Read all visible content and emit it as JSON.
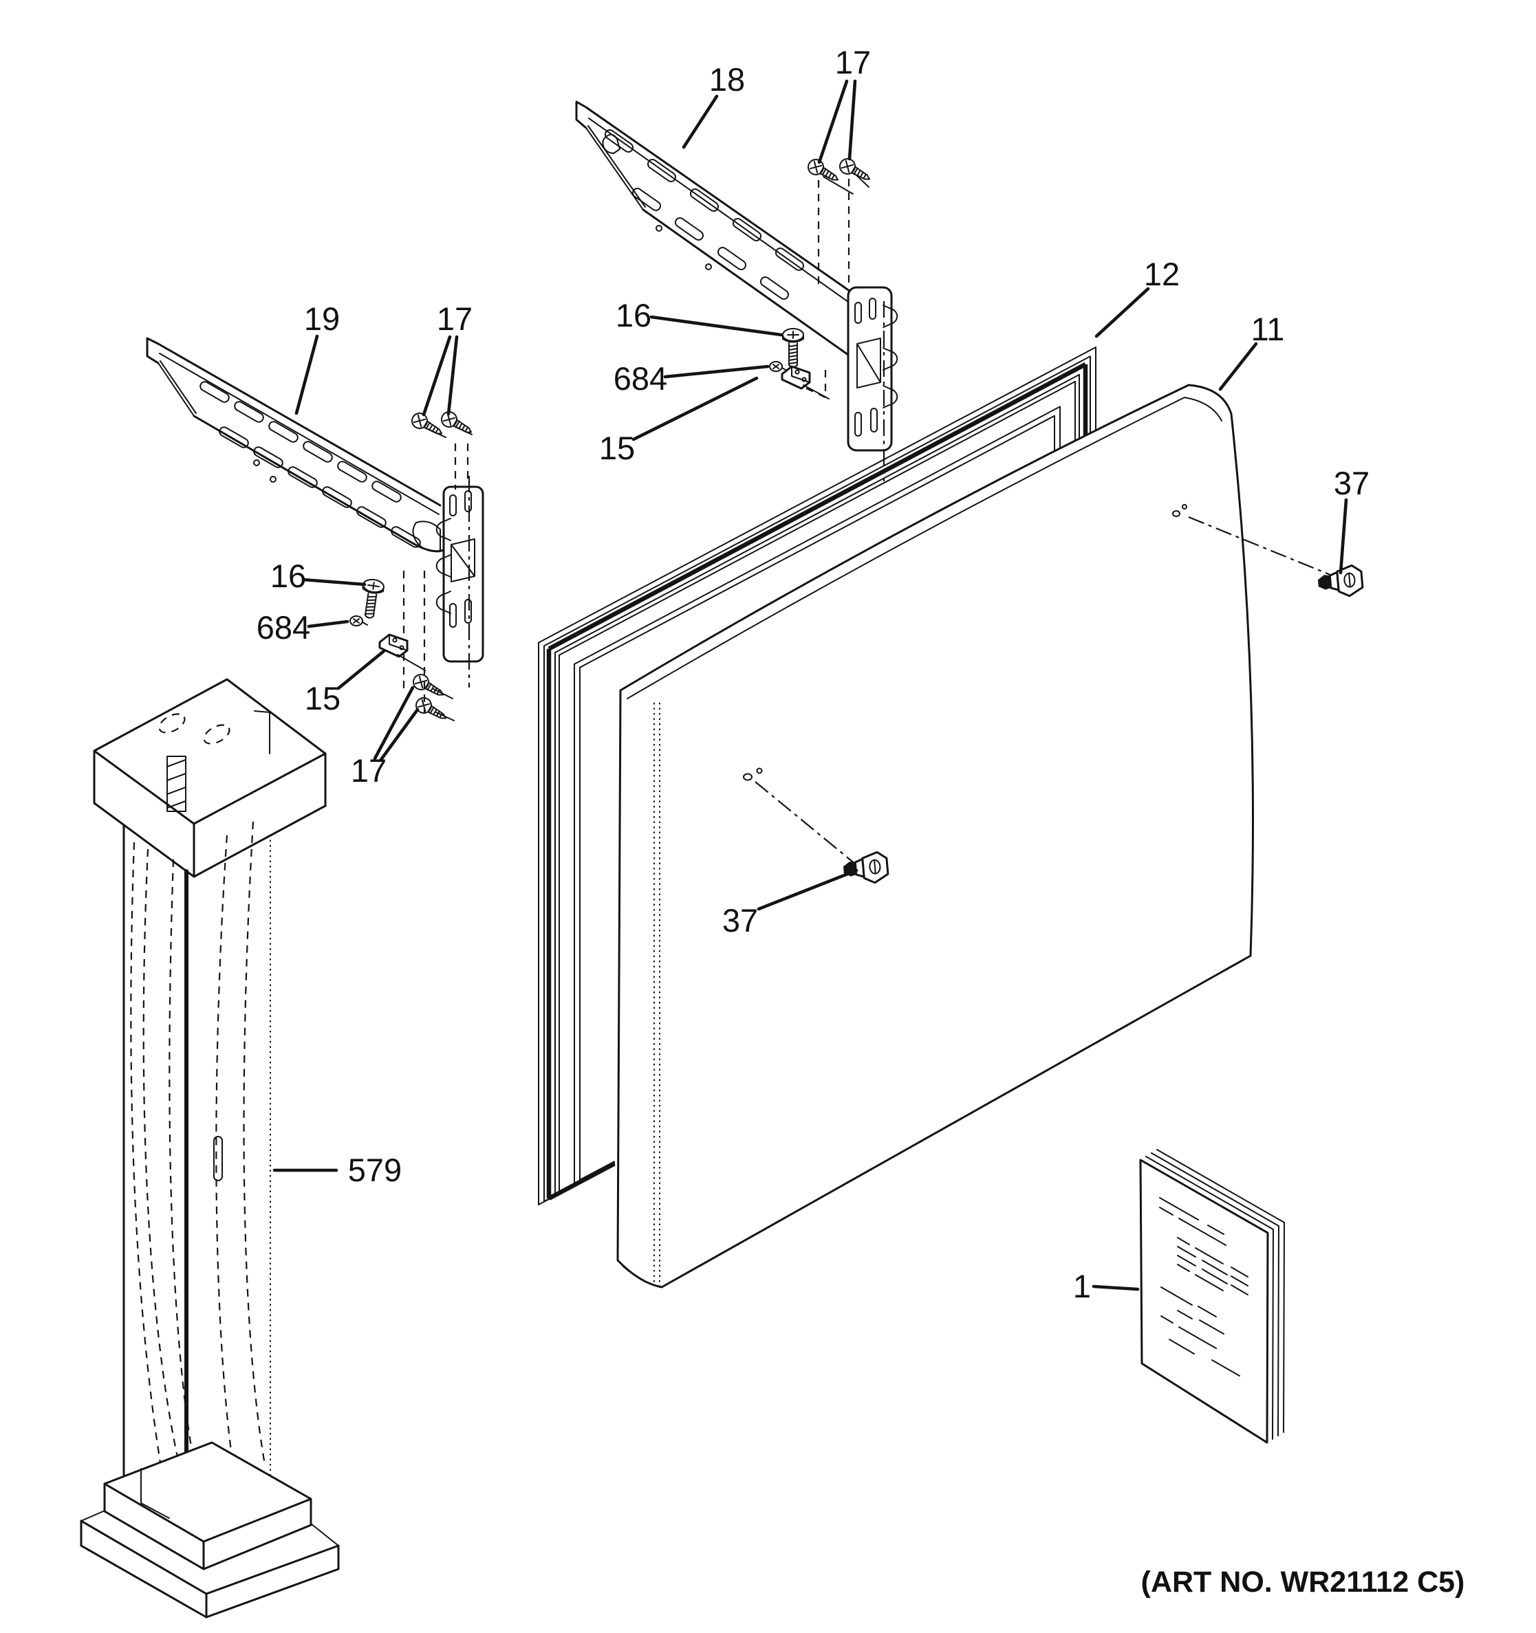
{
  "diagram": {
    "type": "exploded-parts-diagram",
    "subject": "freezer-door-section",
    "art_no": "(ART NO. WR21112 C5)",
    "callouts": {
      "top_bracket": "18",
      "top_bracket_screws": "17",
      "left_bracket": "19",
      "left_bracket_screws": "17",
      "left_lower_screws": "17",
      "screw_left": "16",
      "nut_left": "684",
      "clip_left": "15",
      "screw_right": "16",
      "nut_right": "684",
      "clip_right": "15",
      "gasket": "12",
      "door": "11",
      "plug_right": "37",
      "plug_center": "37",
      "mullion": "579",
      "manual": "1"
    }
  }
}
